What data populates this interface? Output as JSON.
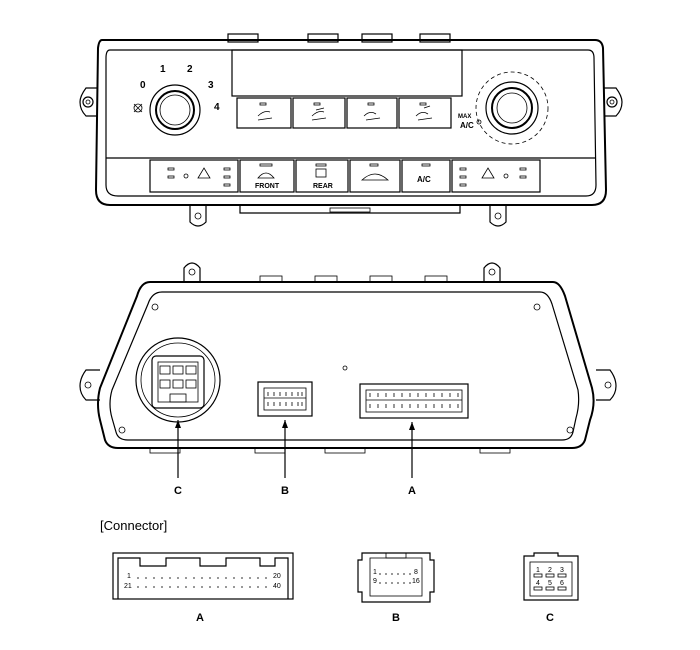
{
  "control_panel": {
    "fan_speeds": [
      "0",
      "1",
      "2",
      "3",
      "4"
    ],
    "front_label": "FRONT",
    "rear_label": "REAR",
    "ac_label": "A/C",
    "max_label": "MAX",
    "max_ac_label": "A/C"
  },
  "callouts": {
    "c": "C",
    "b": "B",
    "a": "A"
  },
  "connector_section": {
    "title": "[Connector]",
    "a": {
      "label": "A",
      "pin_1": "1",
      "pin_20": "20",
      "pin_21": "21",
      "pin_40": "40"
    },
    "b": {
      "label": "B",
      "pin_1": "1",
      "pin_8": "8",
      "pin_9": "9",
      "pin_16": "16"
    },
    "c": {
      "label": "C",
      "pin_1": "1",
      "pin_2": "2",
      "pin_3": "3",
      "pin_4": "4",
      "pin_5": "5",
      "pin_6": "6"
    }
  }
}
